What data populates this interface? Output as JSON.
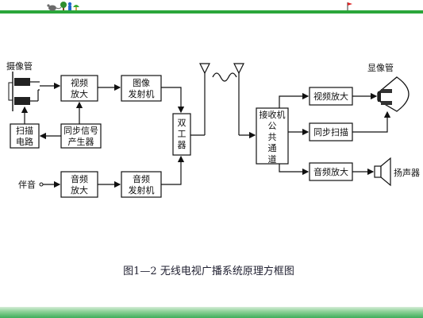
{
  "header": {
    "bar_color": "#22aa33",
    "icons": [
      "mouse-icon",
      "tree-icon",
      "person-icon",
      "mushroom-icon",
      "flag-icon"
    ]
  },
  "diagram": {
    "camera_label": "摄像管",
    "video_amp_tx": [
      "视频",
      "放大"
    ],
    "image_tx": [
      "图像",
      "发射机"
    ],
    "scan_circuit": [
      "扫描",
      "电路"
    ],
    "sync_gen": [
      "同步信号",
      "产生器"
    ],
    "duplexer": [
      "双",
      "工",
      "器"
    ],
    "sound_label": "伴音",
    "audio_amp_tx": [
      "音频",
      "放大"
    ],
    "sound_tx": [
      "音频",
      "发射机"
    ],
    "receiver": [
      "接收机",
      "公",
      "共",
      "通",
      "道"
    ],
    "video_amp_rx": "视频放大",
    "sync_scan_rx": "同步扫描",
    "audio_amp_rx": "音频放大",
    "display_label": "显像管",
    "speaker_label": "扬声器"
  },
  "caption": "图1—2  无线电视广播系统原理方框图",
  "footer": {
    "bar_color": "#3fae5a"
  }
}
